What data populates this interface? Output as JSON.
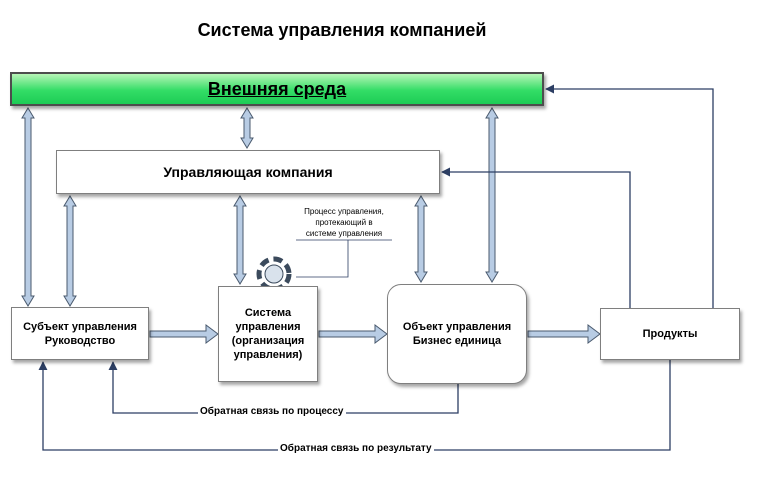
{
  "title": "Система управления компанией",
  "boxes": {
    "environment": "Внешняя среда",
    "company": "Управляющая компания",
    "subject_line1": "Субъект управления",
    "subject_line2": "Руководство",
    "system_line1": "Система",
    "system_line2": "управления",
    "system_line3": "(организация",
    "system_line4": "управления)",
    "object_line1": "Объект управления",
    "object_line2": "Бизнес единица",
    "products": "Продукты"
  },
  "note": {
    "line1": "Процесс управления,",
    "line2": "протекающий в",
    "line3": "системе управления"
  },
  "feedback": {
    "process": "Обратная связь по процессу",
    "result": "Обратная связь по результату"
  },
  "colors": {
    "environment_fill": "#33dd66",
    "arrow_fill": "#b8cce4",
    "arrow_stroke": "#4a5a6e",
    "line": "#2c3e63"
  }
}
